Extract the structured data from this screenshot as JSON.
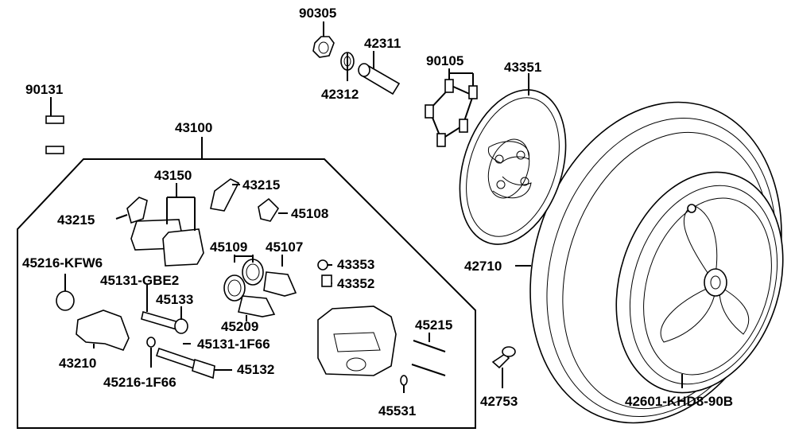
{
  "labels": {
    "p90305": "90305",
    "p42311": "42311",
    "p42312": "42312",
    "p90105": "90105",
    "p43351": "43351",
    "p90131": "90131",
    "p43100": "43100",
    "p43150": "43150",
    "p43215a": "43215",
    "p43215b": "43215",
    "p45108": "45108",
    "p45109": "45109",
    "p45107": "45107",
    "p45216kfw6": "45216-KFW6",
    "p45131gbe2": "45131-GBE2",
    "p45133": "45133",
    "p43353": "43353",
    "p43352": "43352",
    "p42710": "42710",
    "p45209": "45209",
    "p45215": "45215",
    "p43210": "43210",
    "p45131_1f66": "45131-1F66",
    "p45132": "45132",
    "p45216_1f66": "45216-1F66",
    "p42753": "42753",
    "p45531": "45531",
    "p42601": "42601-KHD8-90B"
  }
}
